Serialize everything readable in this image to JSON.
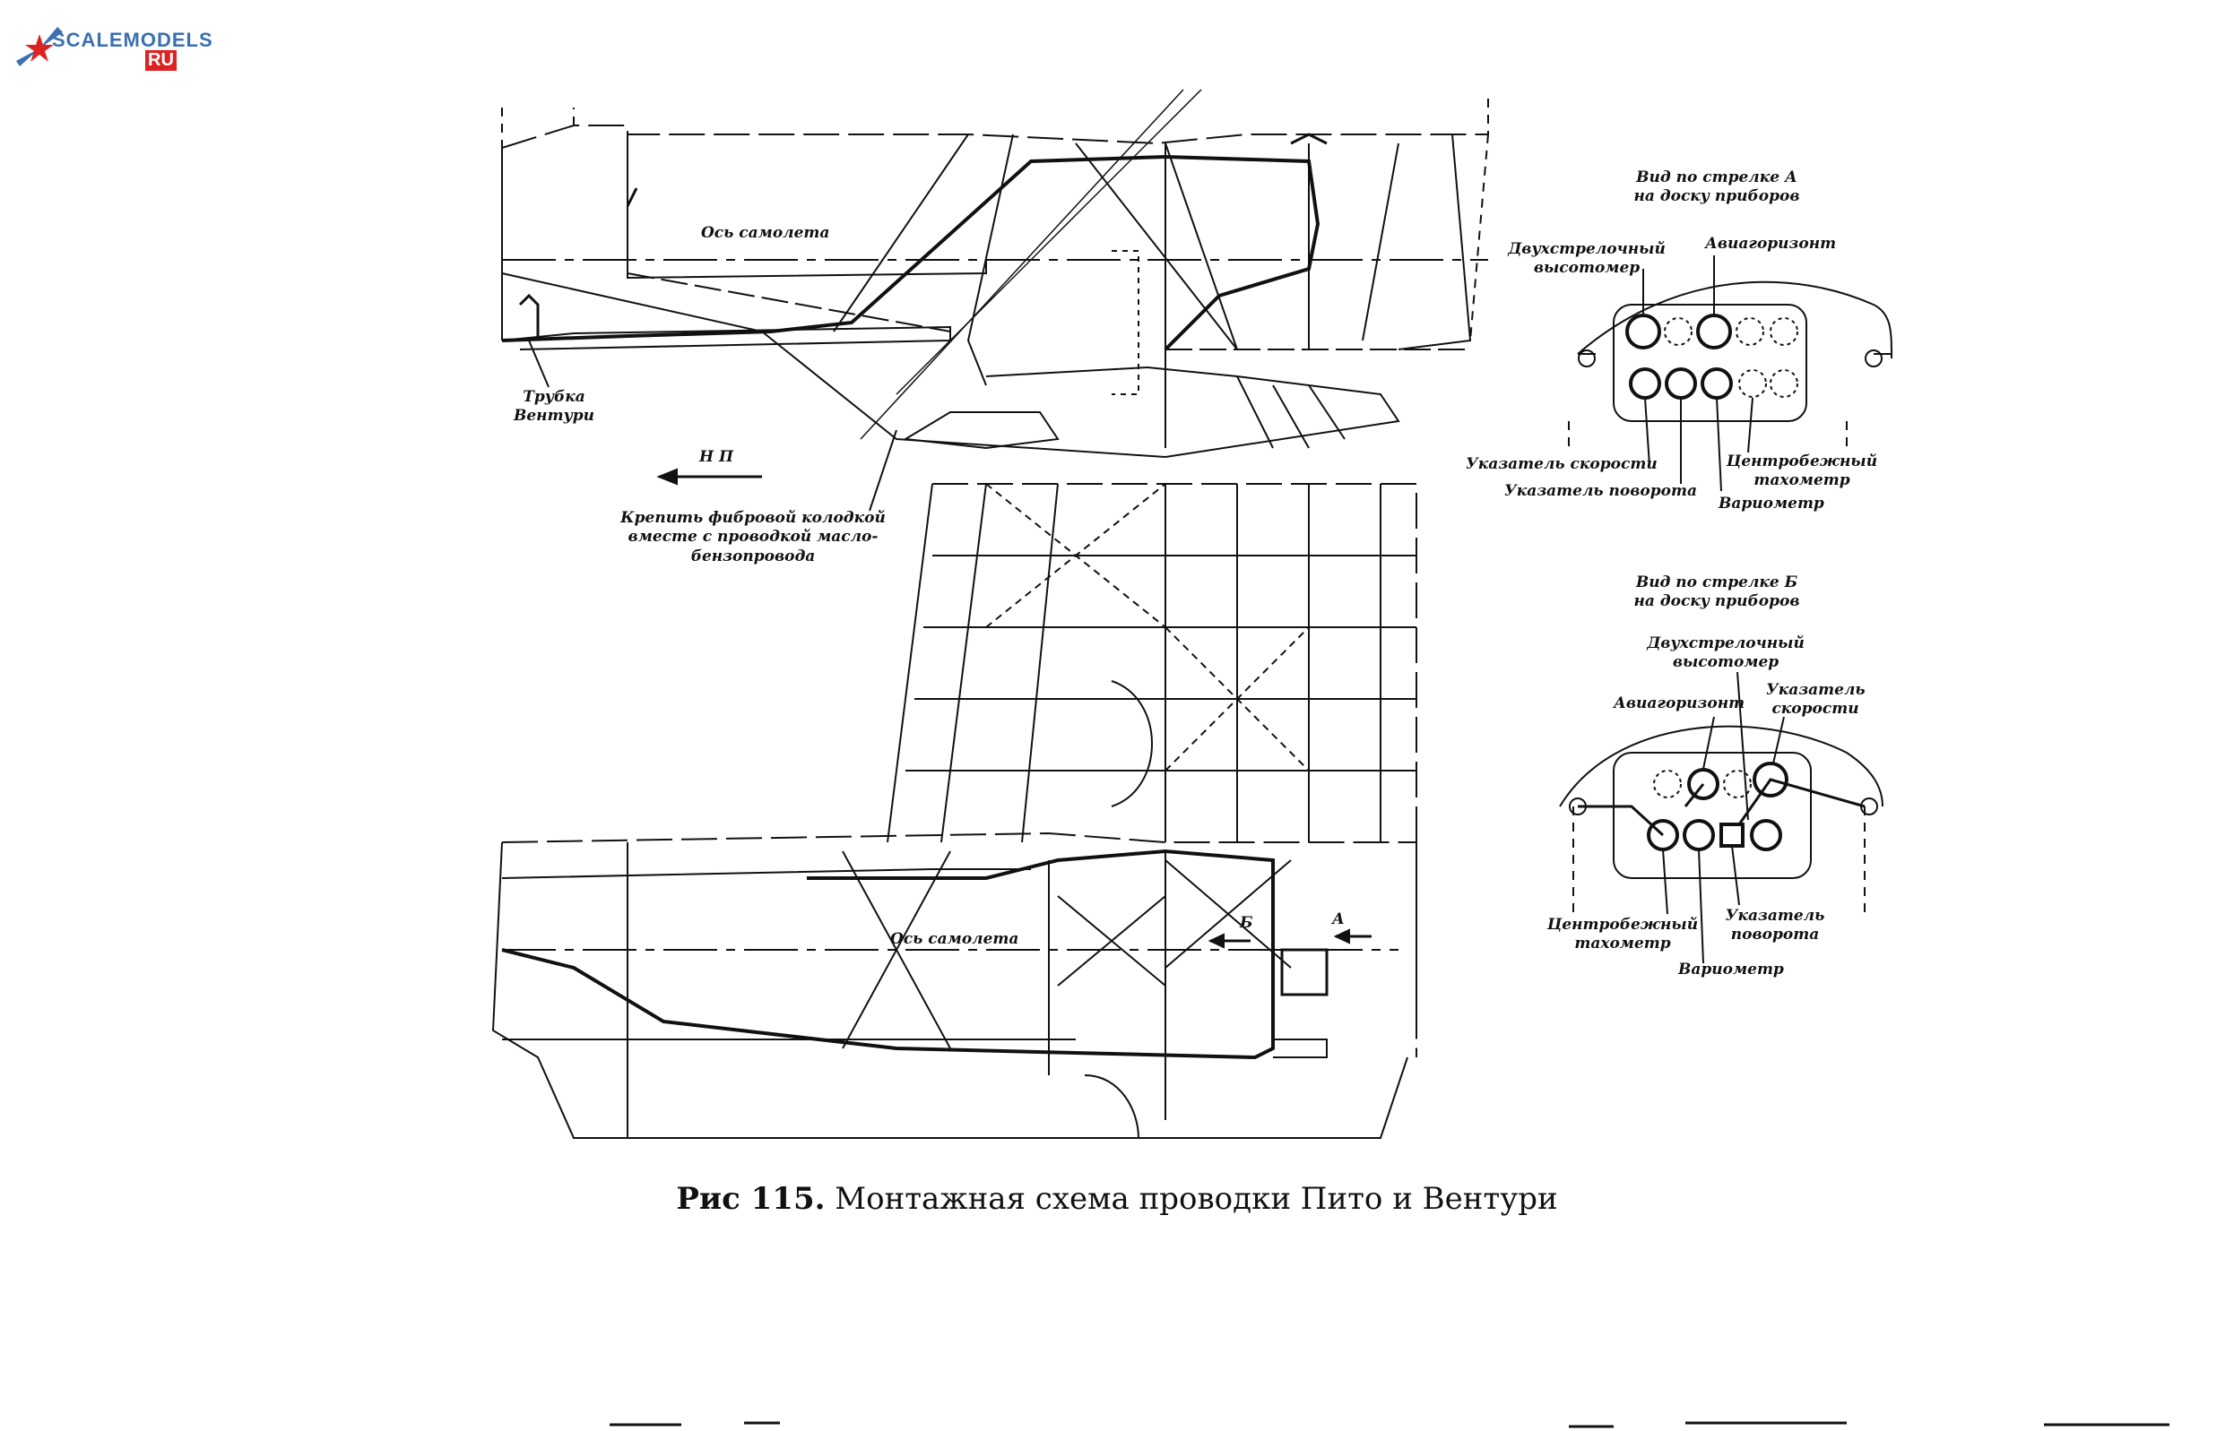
{
  "watermark": {
    "brand": "SCALEMODELS",
    "suffix": "RU"
  },
  "views": {
    "top_axis_label": "Ось самолета",
    "bottom_axis_label": "Ось самолета",
    "venturi_label": "Трубка Вентури",
    "direction_label": "Н П",
    "fastening_note": "Крепить фибровой колодкой вместе с проводкой масло- бензопровода",
    "arrow_a": "А",
    "arrow_b": "Б"
  },
  "panel_a": {
    "title": "Вид по стрелке А на доску приборов",
    "instruments": {
      "altimeter": "Двухстрелочный высотомер",
      "horizon": "Авиагоризонт",
      "airspeed": "Указатель скорости",
      "turn": "Указатель поворота",
      "tachometer": "Центробежный тахометр",
      "variometer": "Вариометр"
    }
  },
  "panel_b": {
    "title": "Вид по стрелке Б на доску приборов",
    "instruments": {
      "altimeter": "Двухстрелочный высотомер",
      "horizon": "Авиагоризонт",
      "airspeed": "Указатель скорости",
      "tachometer": "Центробежный тахометр",
      "turn": "Указатель поворота",
      "variometer": "Вариометр"
    }
  },
  "caption": {
    "figure": "Рис 115.",
    "text": "Монтажная схема проводки Пито и Вентури"
  }
}
